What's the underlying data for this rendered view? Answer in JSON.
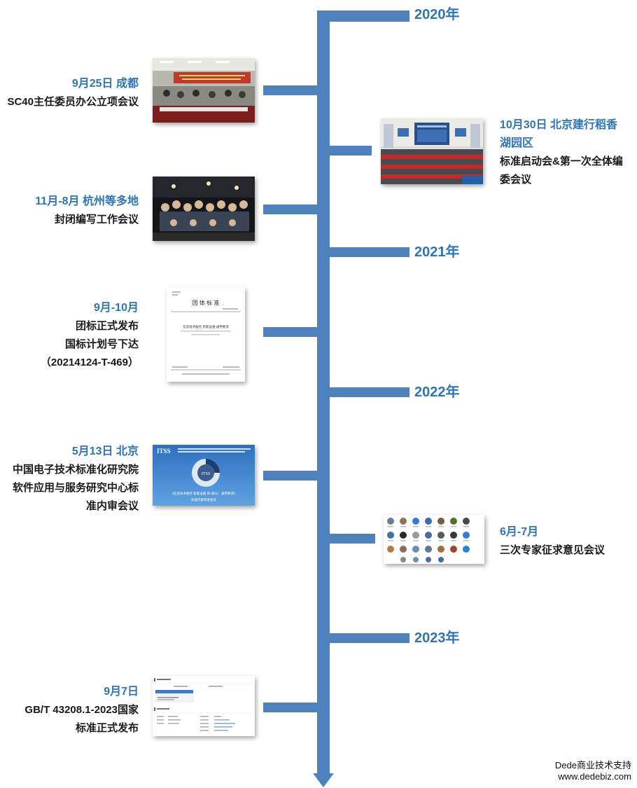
{
  "years": [
    "2020年",
    "2021年",
    "2022年",
    "2023年"
  ],
  "events": [
    {
      "date": "9月25日 成都",
      "lines": [
        "SC40主任委员办公立项会议"
      ],
      "image": "meeting-photo"
    },
    {
      "date": "10月30日 北京建行稻香",
      "lines": [
        "湖园区",
        "标准启动会&第一次全体编",
        "委会议"
      ],
      "image": "conference-photo"
    },
    {
      "date": "11月-8月 杭州等多地",
      "lines": [
        "封闭编写工作会议"
      ],
      "image": "group-photo"
    },
    {
      "date": "9月-10月",
      "lines": [
        "团标正式发布",
        "国标计划号下达",
        "（20214124-T-469）"
      ],
      "image": "standard-document"
    },
    {
      "date": "5月13日 北京",
      "lines": [
        "中国电子技术标准化研究院",
        "软件应用与服务研究中心标",
        "准内审会议"
      ],
      "image": "itss-slide"
    },
    {
      "date": "6月-7月",
      "lines": [
        "三次专家征求意见会议"
      ],
      "image": "video-call-grid"
    },
    {
      "date": "9月7日",
      "lines": [
        "GB/T 43208.1-2023国家",
        "标准正式发布"
      ],
      "image": "web-announcement"
    }
  ],
  "doc_image": {
    "header": "团 体 标 准",
    "title": "信息技术服务 智能运维 通用要求"
  },
  "slide_image": {
    "brand": "ITSS",
    "title": "《信息技术服务 智能运维 第1部分：通用要求》",
    "subtitle": "标准内部审查会议"
  },
  "footer": {
    "line1": "Dede商业技术支持",
    "line2": "www.dedebiz.com"
  },
  "colors": {
    "accent": "#4f81bd",
    "year_text": "#2e75b6",
    "date_text": "#2e75b6"
  }
}
